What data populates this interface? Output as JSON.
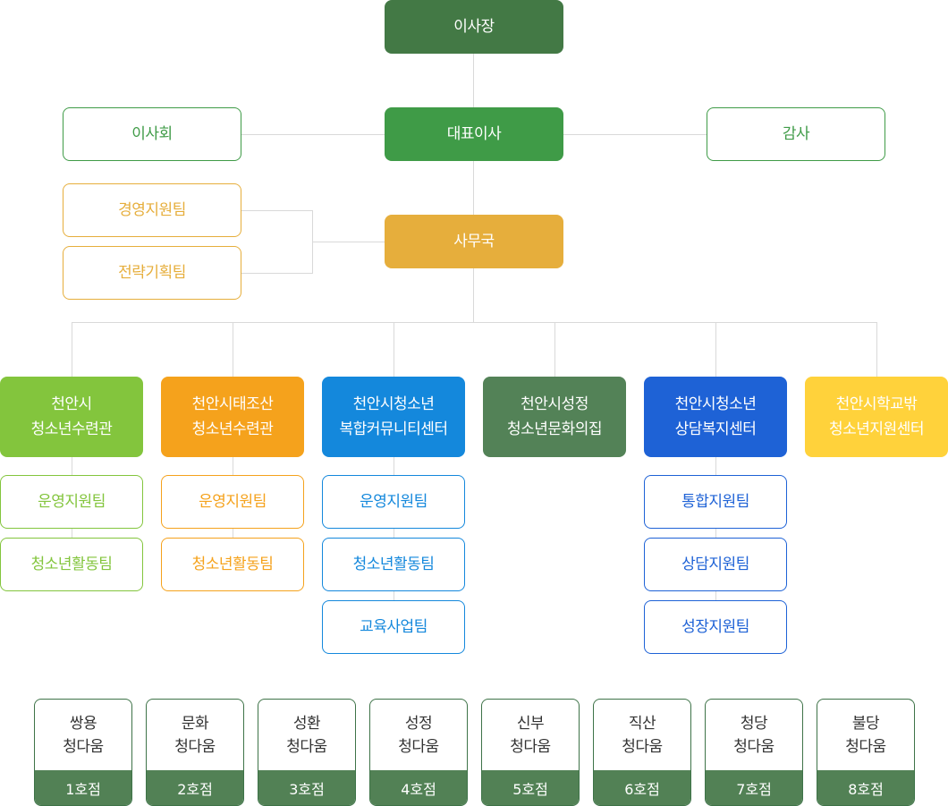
{
  "colors": {
    "chairman": "#437945",
    "ceo": "#3f9b47",
    "secretariat": "#e6ae3c",
    "c1": "#83c53d",
    "c2": "#f5a21c",
    "c3": "#1488dc",
    "c4": "#538257",
    "c5": "#1e62d6",
    "c6": "#ffd23b"
  },
  "chairman": "이사장",
  "ceo": "대표이사",
  "board": "이사회",
  "audit": "감사",
  "secretariat": "사무국",
  "secretariat_teams": [
    "경영지원팀",
    "전략기획팀"
  ],
  "centers": [
    {
      "line1": "천안시",
      "line2": "청소년수련관",
      "teams": [
        "운영지원팀",
        "청소년활동팀"
      ]
    },
    {
      "line1": "천안시태조산",
      "line2": "청소년수련관",
      "teams": [
        "운영지원팀",
        "청소년활동팀"
      ]
    },
    {
      "line1": "천안시청소년",
      "line2": "복합커뮤니티센터",
      "teams": [
        "운영지원팀",
        "청소년활동팀",
        "교육사업팀"
      ]
    },
    {
      "line1": "천안시성정",
      "line2": "청소년문화의집",
      "teams": []
    },
    {
      "line1": "천안시청소년",
      "line2": "상담복지센터",
      "teams": [
        "통합지원팀",
        "상담지원팀",
        "성장지원팀"
      ]
    },
    {
      "line1": "천안시학교밖",
      "line2": "청소년지원센터",
      "teams": []
    }
  ],
  "branches": [
    {
      "name": "쌍용",
      "sub": "청다움",
      "no": "1호점"
    },
    {
      "name": "문화",
      "sub": "청다움",
      "no": "2호점"
    },
    {
      "name": "성환",
      "sub": "청다움",
      "no": "3호점"
    },
    {
      "name": "성정",
      "sub": "청다움",
      "no": "4호점"
    },
    {
      "name": "신부",
      "sub": "청다움",
      "no": "5호점"
    },
    {
      "name": "직산",
      "sub": "청다움",
      "no": "6호점"
    },
    {
      "name": "청당",
      "sub": "청다움",
      "no": "7호점"
    },
    {
      "name": "불당",
      "sub": "청다움",
      "no": "8호점"
    }
  ]
}
